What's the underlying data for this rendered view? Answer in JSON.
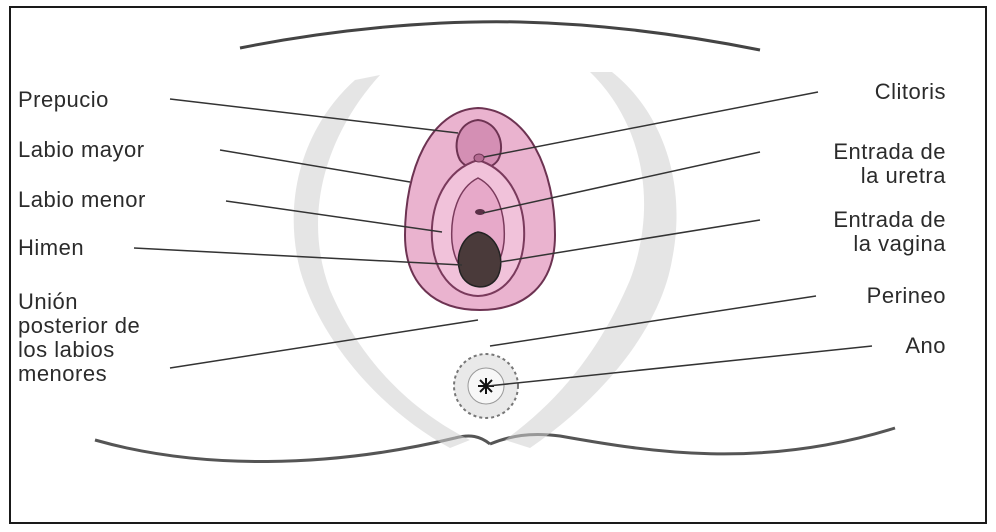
{
  "labels": {
    "left": [
      {
        "id": "prepucio",
        "text": "Prepucio"
      },
      {
        "id": "labio-mayor",
        "text": "Labio mayor"
      },
      {
        "id": "labio-menor",
        "text": "Labio menor"
      },
      {
        "id": "himen",
        "text": "Himen"
      },
      {
        "id": "union",
        "lines": [
          "Unión",
          "posterior de",
          "los labios",
          "menores"
        ]
      }
    ],
    "right": [
      {
        "id": "clitoris",
        "text": "Clitoris"
      },
      {
        "id": "uretra",
        "lines": [
          "Entrada de",
          "la uretra"
        ]
      },
      {
        "id": "vagina",
        "lines": [
          "Entrada de",
          "la vagina"
        ]
      },
      {
        "id": "perineo",
        "text": "Perineo"
      },
      {
        "id": "ano",
        "text": "Ano"
      }
    ]
  },
  "colors": {
    "border": "#1a1a1a",
    "text": "#2b2b2b",
    "line": "#333333",
    "labia_fill": "#e8a6c8",
    "labia_stroke": "#7a3a5c",
    "shading": "#9a9a9a"
  }
}
